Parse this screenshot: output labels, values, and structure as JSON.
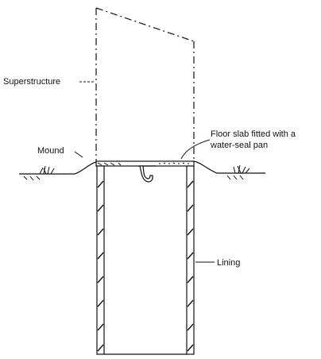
{
  "labels": {
    "superstructure": "Superstructure",
    "floor_slab_line1": "Floor slab fitted with a",
    "floor_slab_line2": "water-seal pan",
    "mound": "Mound",
    "lining": "Lining"
  },
  "colors": {
    "ink": "#111111",
    "background": "#ffffff"
  }
}
